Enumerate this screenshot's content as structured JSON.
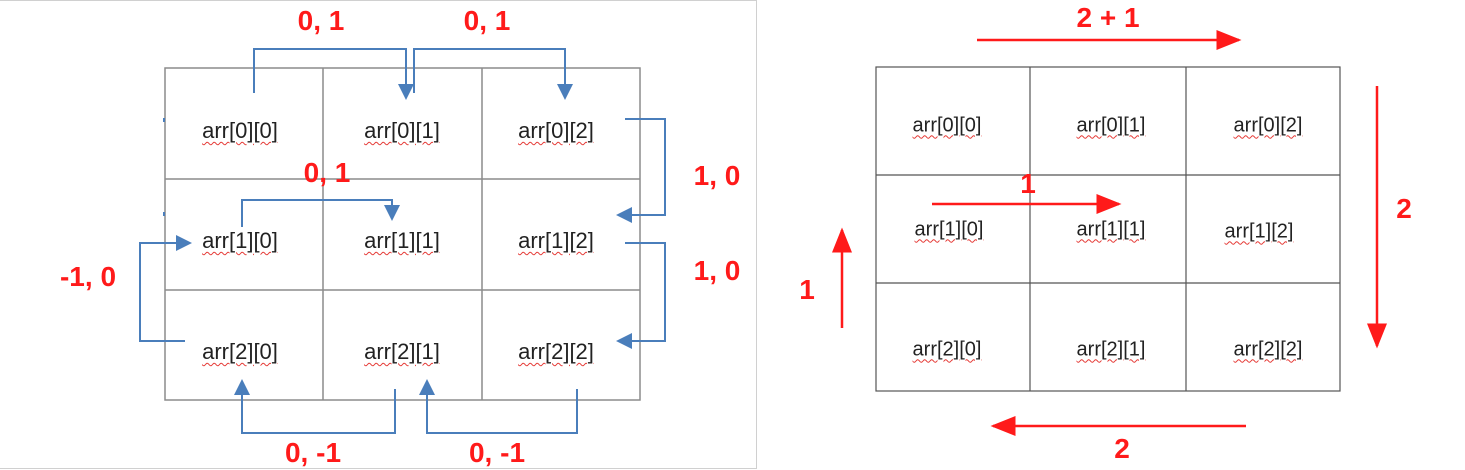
{
  "left": {
    "cells": [
      [
        "arr[0][0]",
        "arr[0][1]",
        "arr[0][2]"
      ],
      [
        "arr[1][0]",
        "arr[1][1]",
        "arr[1][2]"
      ],
      [
        "arr[2][0]",
        "arr[2][1]",
        "arr[2][2]"
      ]
    ],
    "labels": {
      "top_a": "0, 1",
      "top_b": "0, 1",
      "mid": "0, 1",
      "right_a": "1, 0",
      "right_b": "1, 0",
      "left": "-1, 0",
      "bottom_a": "0, -1",
      "bottom_b": "0, -1"
    }
  },
  "right": {
    "cells": [
      [
        "arr[0][0]",
        "arr[0][1]",
        "arr[0][2]"
      ],
      [
        "arr[1][0]",
        "arr[1][1]",
        "arr[1][2]"
      ],
      [
        "arr[2][0]",
        "arr[2][1]",
        "arr[2][2]"
      ]
    ],
    "labels": {
      "top": "2 + 1",
      "right": "2",
      "bottom": "2",
      "left": "1",
      "center": "1"
    }
  },
  "colors": {
    "blue": "#4a7ebb",
    "red": "#ff1a1a",
    "grid": "#8c8c8c"
  }
}
